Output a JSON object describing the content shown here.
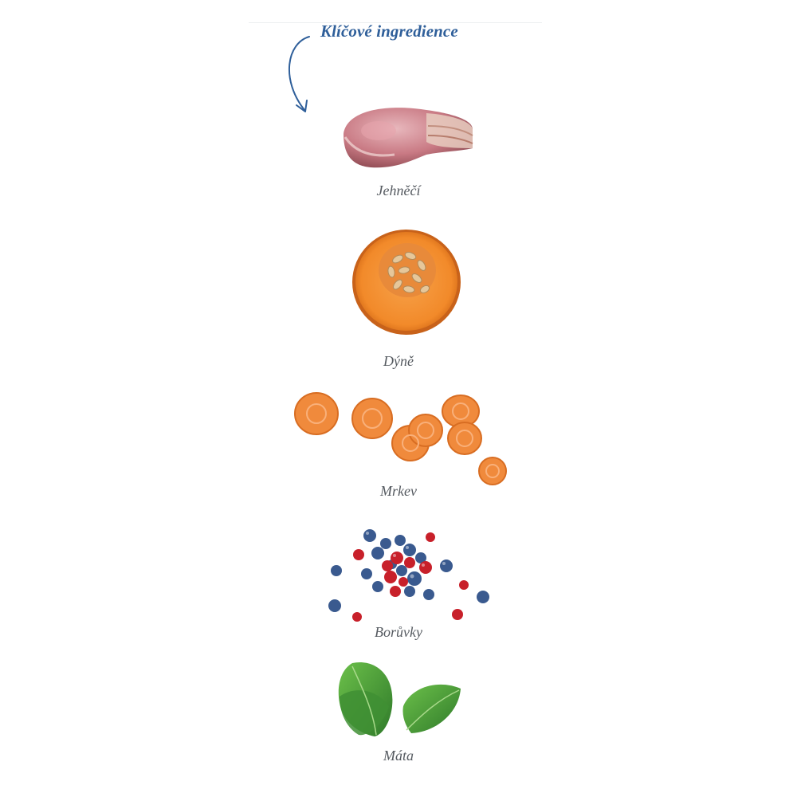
{
  "header": {
    "title": "Klíčové ingredience"
  },
  "ingredients": [
    {
      "label": "Jehněčí",
      "icon": "lamb-chop-icon"
    },
    {
      "label": "Dýně",
      "icon": "pumpkin-slice-icon"
    },
    {
      "label": "Mrkev",
      "icon": "carrot-slices-icon"
    },
    {
      "label": "Borůvky",
      "icon": "berries-icon"
    },
    {
      "label": "Máta",
      "icon": "mint-leaves-icon"
    }
  ],
  "colors": {
    "title": "#2f5f9a",
    "label": "#555a60",
    "carrot": "#f08a3c",
    "pumpkin": "#f28a2a",
    "blueberry": "#3a5a8f",
    "cranberry": "#c8202a",
    "mint": "#4a9a3a"
  }
}
